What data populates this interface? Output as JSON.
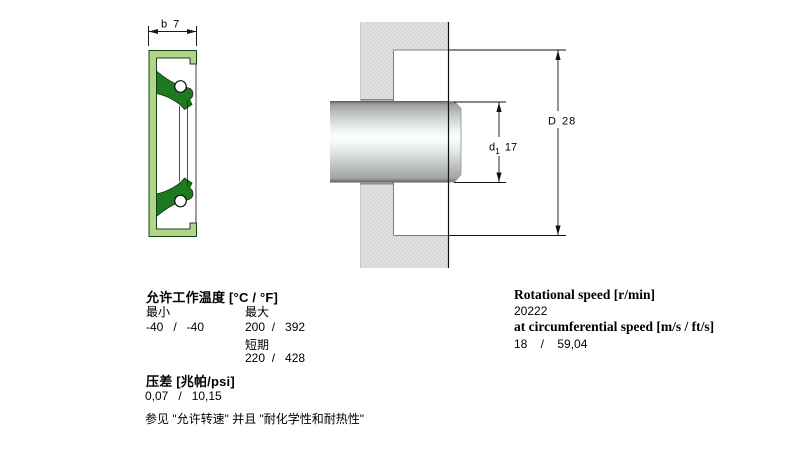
{
  "drawings": {
    "seal_section": {
      "dim_b": {
        "prefix": "b",
        "value": "7"
      }
    },
    "installation_section": {
      "dim_D": {
        "prefix": "D",
        "value": "28"
      },
      "dim_d1": {
        "prefix": "d",
        "sub": "1",
        "value": "17"
      }
    },
    "colors": {
      "seal_case": "#b2d687",
      "seal_lip": "#1e7a1e",
      "seal_outline": "#14401a",
      "housing_fill": "#e0dde0",
      "dimension_line": "#111111"
    }
  },
  "temperature": {
    "header": "允许工作温度 [°C / °F]",
    "min_label": "最小",
    "max_label": "最大",
    "min_values": "-40   /   -40",
    "max_values": "200  /   392",
    "short_term_label": "短期",
    "short_term_values": "220  /   428"
  },
  "pressure": {
    "header": "压差 [兆帕/psi]",
    "values": "0,07   /   10,15"
  },
  "footnote": "参见 \"允许转速\" 并且 \"耐化学性和耐热性\"",
  "speed": {
    "header": "Rotational speed [r/min]",
    "value": "20222",
    "circumferential_header": "at circumferential speed [m/s / ft/s]",
    "circumferential_value": "18    /    59,04"
  }
}
